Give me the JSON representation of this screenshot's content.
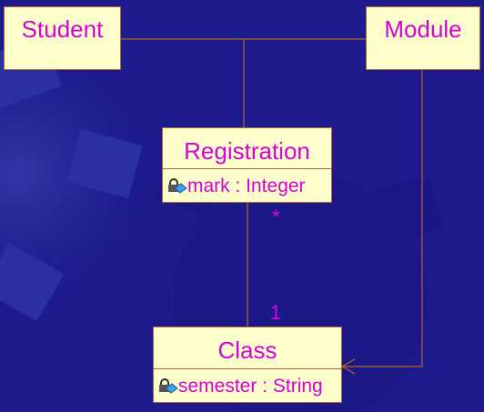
{
  "classes": {
    "student": {
      "name": "Student"
    },
    "module": {
      "name": "Module"
    },
    "registration": {
      "name": "Registration",
      "attribute": "mark : Integer",
      "attribute_icon": "private-attribute-icon"
    },
    "class": {
      "name": "Class",
      "attribute": "semester : String",
      "attribute_icon": "private-attribute-icon"
    }
  },
  "multiplicities": {
    "registration_end": "*",
    "class_end": "1"
  },
  "colors": {
    "background": "#1c1a8c",
    "box_fill": "#ffffcc",
    "box_border": "#b5652e",
    "text": "#d400d4",
    "line": "#b5652e"
  }
}
